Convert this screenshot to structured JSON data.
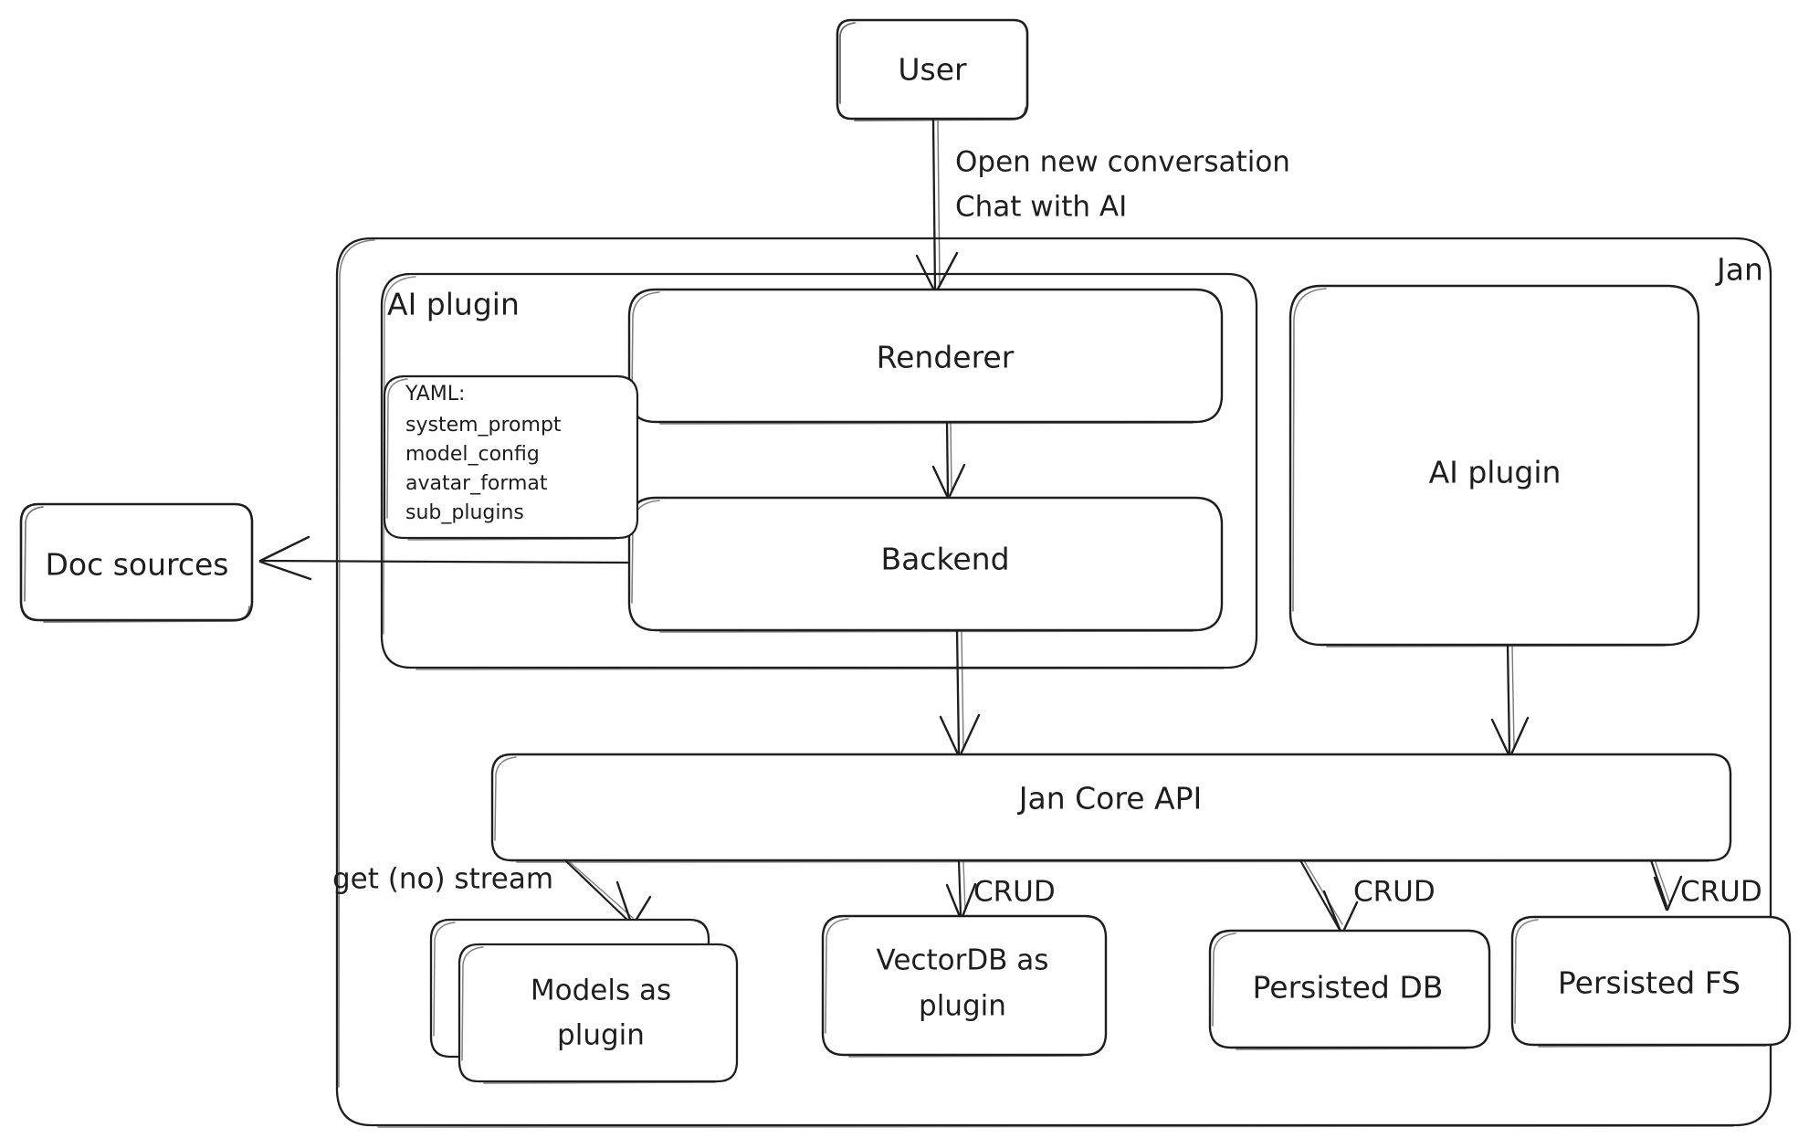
{
  "diagram": {
    "title": "Jan architecture diagram",
    "style": "hand-drawn",
    "stroke_color": "#1e1e1e",
    "background_color": "#ffffff"
  },
  "containers": {
    "jan": {
      "label": "Jan"
    },
    "ai_plugin_group": {
      "label": "AI plugin"
    }
  },
  "nodes": {
    "user": {
      "label": "User"
    },
    "renderer": {
      "label": "Renderer"
    },
    "backend": {
      "label": "Backend"
    },
    "ai_plugin_right": {
      "label": "AI plugin"
    },
    "doc_sources": {
      "label": "Doc sources"
    },
    "jan_core_api": {
      "label": "Jan Core API"
    },
    "models_plugin": {
      "line1": "Models as",
      "line2": "plugin"
    },
    "vectordb_plugin": {
      "line1": "VectorDB as",
      "line2": "plugin"
    },
    "persisted_db": {
      "label": "Persisted DB"
    },
    "persisted_fs": {
      "label": "Persisted FS"
    }
  },
  "yaml_card": {
    "lines": [
      "YAML:",
      "system_prompt",
      "model_config",
      "avatar_format",
      "sub_plugins"
    ]
  },
  "edge_labels": {
    "user_to_renderer_line1": "Open new conversation",
    "user_to_renderer_line2": "Chat with AI",
    "api_to_models": "get (no) stream",
    "api_to_vectordb": "CRUD",
    "api_to_persisted_db": "CRUD",
    "api_to_persisted_fs": "CRUD"
  }
}
